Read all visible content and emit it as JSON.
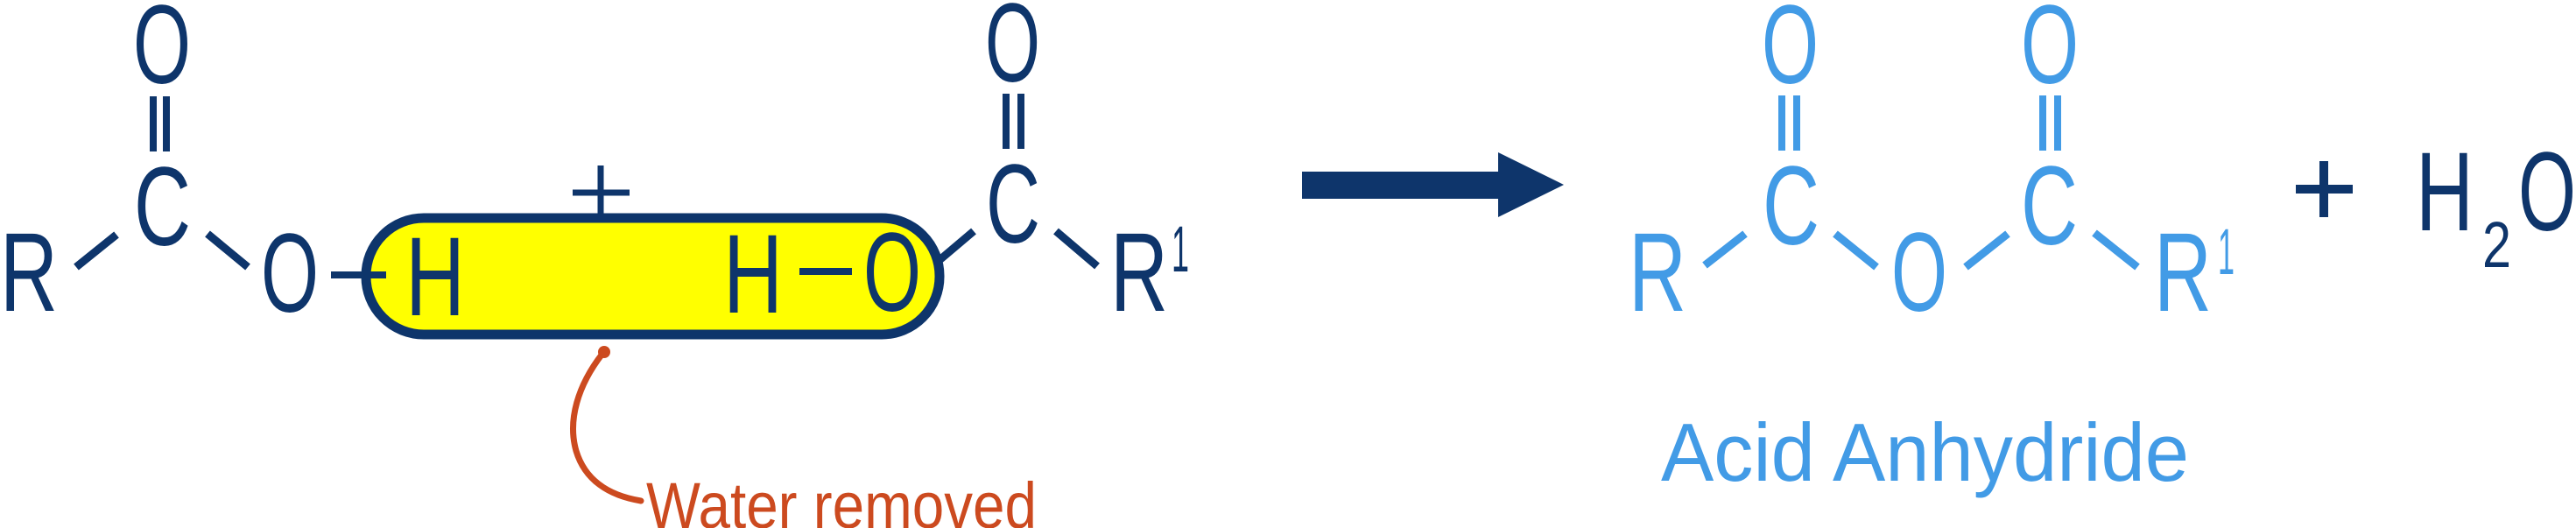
{
  "colors": {
    "reactant": "#0E356B",
    "product": "#429BE6",
    "highlight_fill": "#FFFF00",
    "highlight_border": "#0E356B",
    "annotation": "#CC4A1F",
    "arrow": "#0E356B",
    "background": "#FFFFFF"
  },
  "reactants": {
    "acid1": {
      "r": "R",
      "carbonyl_c": "C",
      "carbonyl_o": "O",
      "hydroxyl_o": "O",
      "hydroxyl_h": "H"
    },
    "plus": "+",
    "acid2": {
      "hydroxyl_h": "H",
      "hydroxyl_o": "O",
      "carbonyl_c": "C",
      "carbonyl_o": "O",
      "r": "R",
      "r_superscript": "1"
    }
  },
  "annotation": {
    "text": "Water removed"
  },
  "arrow": {
    "direction": "right"
  },
  "product": {
    "r": "R",
    "c1": "C",
    "o1": "O",
    "bridge_o": "O",
    "c2": "C",
    "o2": "O",
    "r2": "R",
    "r2_superscript": "1",
    "name": "Acid Anhydride"
  },
  "byproduct": {
    "plus": "+",
    "h": "H",
    "subscript": "2",
    "o": "O"
  }
}
